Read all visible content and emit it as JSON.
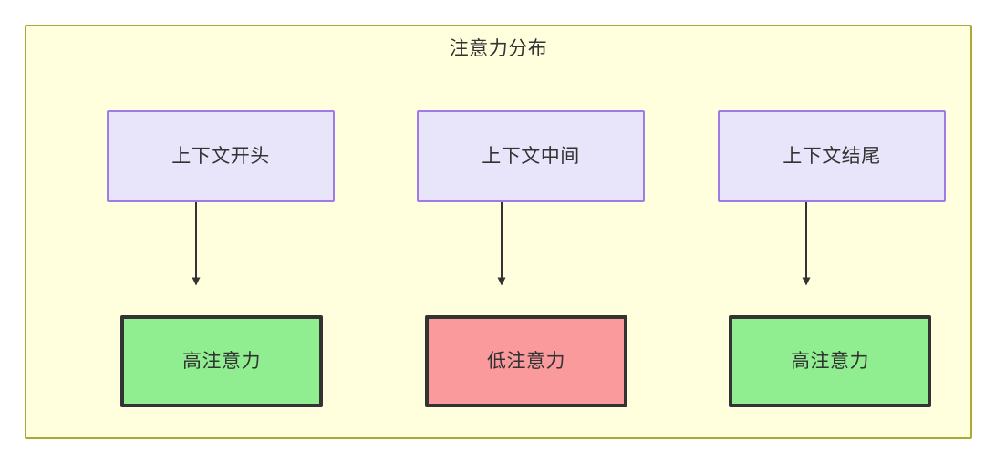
{
  "diagram": {
    "title": "注意力分布",
    "background_color": "#ffffde",
    "border_color": "#aaaa33",
    "nodes": {
      "context": [
        {
          "id": "ctx-start",
          "label": "上下文开头",
          "fill": "#e8e5fb",
          "stroke": "#9f7aea"
        },
        {
          "id": "ctx-middle",
          "label": "上下文中间",
          "fill": "#e8e5fb",
          "stroke": "#9f7aea"
        },
        {
          "id": "ctx-end",
          "label": "上下文结尾",
          "fill": "#e8e5fb",
          "stroke": "#9f7aea"
        }
      ],
      "attention": [
        {
          "id": "attn-high-start",
          "label": "高注意力",
          "fill": "#90ee90",
          "stroke": "#333333"
        },
        {
          "id": "attn-low-middle",
          "label": "低注意力",
          "fill": "#fa9a9c",
          "stroke": "#333333"
        },
        {
          "id": "attn-high-end",
          "label": "高注意力",
          "fill": "#90ee90",
          "stroke": "#333333"
        }
      ]
    },
    "edges": [
      {
        "from": "ctx-start",
        "to": "attn-high-start",
        "label": ""
      },
      {
        "from": "ctx-middle",
        "to": "attn-low-middle",
        "label": ""
      },
      {
        "from": "ctx-end",
        "to": "attn-high-end",
        "label": ""
      }
    ],
    "edge_color": "#333333"
  },
  "chart_data": {
    "type": "diagram",
    "title": "注意力分布",
    "categories": [
      "上下文开头",
      "上下文中间",
      "上下文结尾"
    ],
    "values": [
      "高注意力",
      "低注意力",
      "高注意力"
    ]
  }
}
